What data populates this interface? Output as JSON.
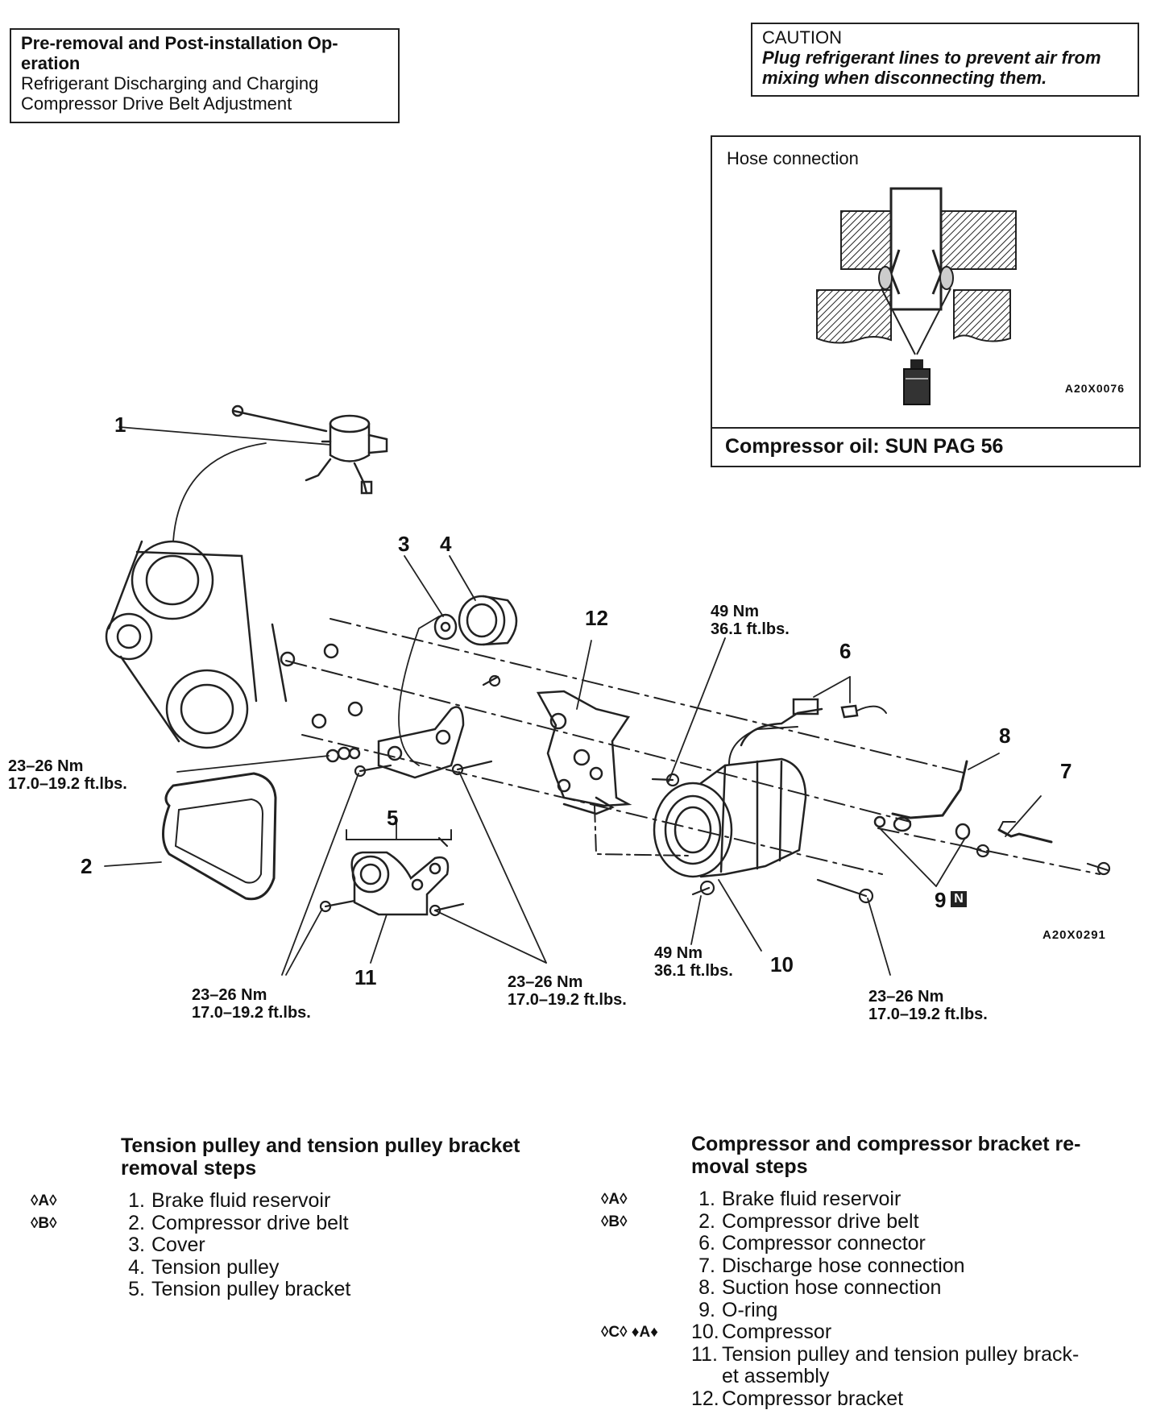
{
  "pre_removal_box": {
    "line1": "Pre-removal and Post-installation Op-",
    "line2": "eration",
    "line3": "Refrigerant Discharging and Charging",
    "line4": "Compressor Drive Belt Adjustment"
  },
  "caution_box": {
    "title": "CAUTION",
    "line1": "Plug refrigerant lines to prevent air from",
    "line2": "mixing when disconnecting them."
  },
  "hose_box": {
    "title": "Hose connection",
    "code": "A20X0076",
    "oil": "Compressor oil: SUN PAG 56"
  },
  "diagram": {
    "code": "A20X0291",
    "callouts": {
      "c1": "1",
      "c2": "2",
      "c3": "3",
      "c4": "4",
      "c5": "5",
      "c6": "6",
      "c7": "7",
      "c8": "8",
      "c9": "9",
      "c9_mark": "N",
      "c10": "10",
      "c11": "11",
      "c12": "12"
    },
    "torques": {
      "t_top_nm": "49 Nm",
      "t_top_ft": "36.1 ft.lbs.",
      "t_left_nm": "23–26 Nm",
      "t_left_ft": "17.0–19.2 ft.lbs.",
      "t_mid_nm": "49 Nm",
      "t_mid_ft": "36.1 ft.lbs.",
      "t_b1_nm": "23–26 Nm",
      "t_b1_ft": "17.0–19.2 ft.lbs.",
      "t_b2_nm": "23–26 Nm",
      "t_b2_ft": "17.0–19.2 ft.lbs.",
      "t_b3_nm": "23–26 Nm",
      "t_b3_ft": "17.0–19.2 ft.lbs."
    }
  },
  "tension_steps": {
    "title_line1": "Tension pulley and tension pulley bracket",
    "title_line2": "removal steps",
    "items": [
      {
        "mark": "◊A◊",
        "num": "1.",
        "text": "Brake fluid reservoir"
      },
      {
        "mark": "◊B◊",
        "num": "2.",
        "text": "Compressor drive belt"
      },
      {
        "mark": "",
        "num": "3.",
        "text": "Cover"
      },
      {
        "mark": "",
        "num": "4.",
        "text": "Tension pulley"
      },
      {
        "mark": "",
        "num": "5.",
        "text": "Tension pulley bracket"
      }
    ]
  },
  "compressor_steps": {
    "title_line1": "Compressor and compressor bracket re-",
    "title_line2": "moval steps",
    "items": [
      {
        "mark": "◊A◊",
        "num": "1.",
        "text": "Brake fluid reservoir"
      },
      {
        "mark": "◊B◊",
        "num": "2.",
        "text": "Compressor drive belt"
      },
      {
        "mark": "",
        "num": "6.",
        "text": "Compressor connector"
      },
      {
        "mark": "",
        "num": "7.",
        "text": "Discharge hose connection"
      },
      {
        "mark": "",
        "num": "8.",
        "text": "Suction hose connection"
      },
      {
        "mark": "",
        "num": "9.",
        "text": "O-ring"
      },
      {
        "mark": "◊C◊ ♦A♦",
        "num": "10.",
        "text": "Compressor"
      },
      {
        "mark": "",
        "num": "11.",
        "text": "Tension pulley and tension pulley brack-"
      },
      {
        "mark": "",
        "num": "",
        "text": "et assembly"
      },
      {
        "mark": "",
        "num": "12.",
        "text": "Compressor bracket"
      }
    ]
  }
}
